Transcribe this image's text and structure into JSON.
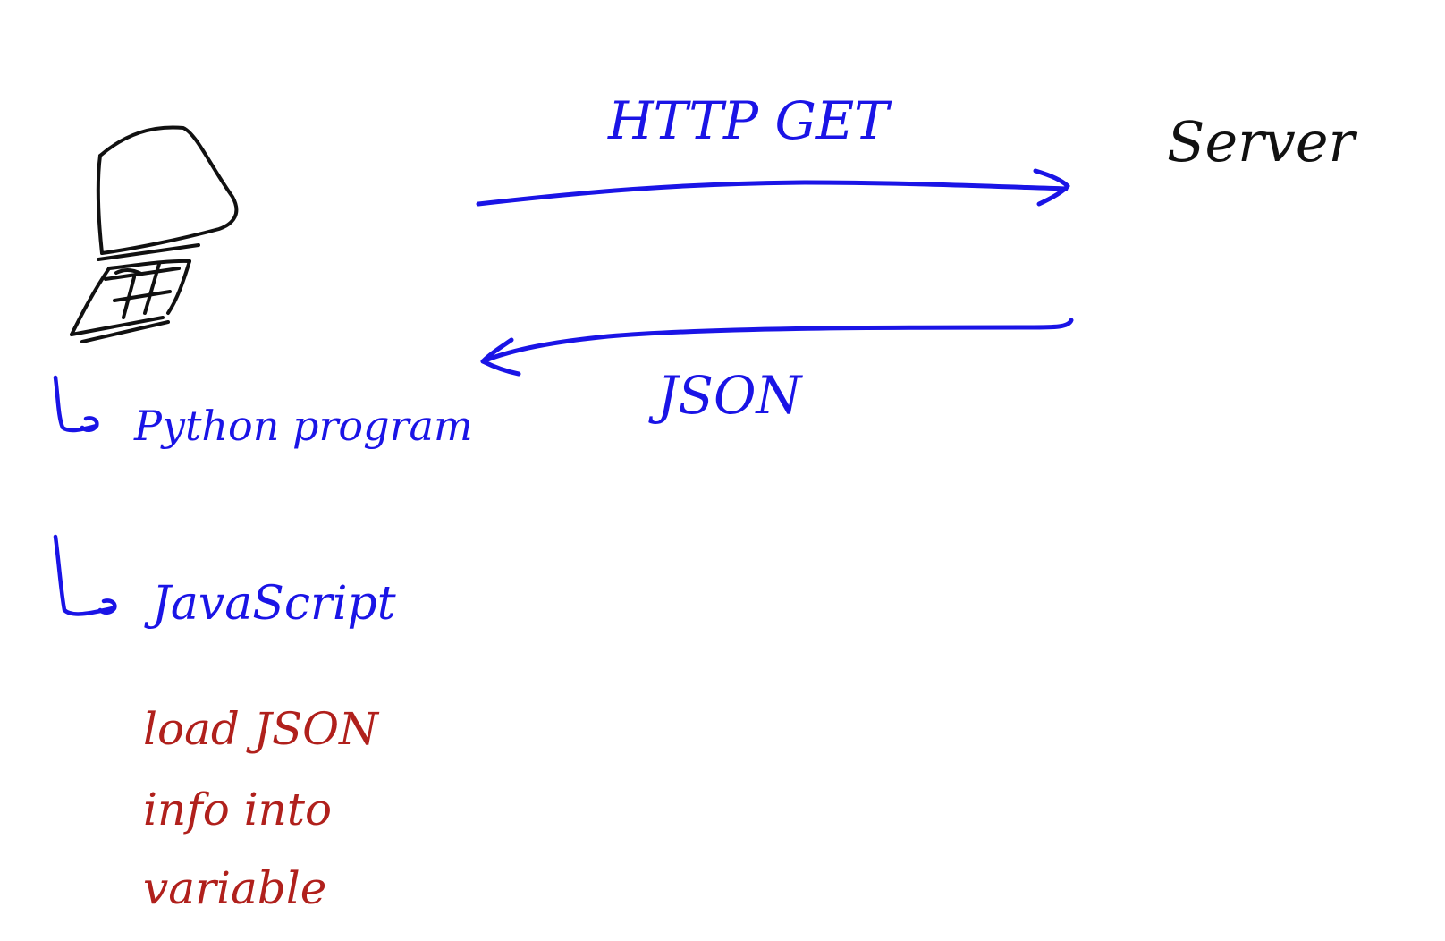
{
  "colors": {
    "background": "#ffffff",
    "black_ink": "#111111",
    "blue_ink": "#1a14e6",
    "red_ink": "#b0201c"
  },
  "client": {
    "icon": "laptop-icon"
  },
  "server": {
    "label": "Server"
  },
  "request": {
    "label": "HTTP GET"
  },
  "response": {
    "label": "JSON"
  },
  "client_notes": {
    "python": "Python program",
    "javascript": "JavaScript"
  },
  "annotation": {
    "line1": "load JSON",
    "line2": "info into",
    "line3": "variable"
  }
}
